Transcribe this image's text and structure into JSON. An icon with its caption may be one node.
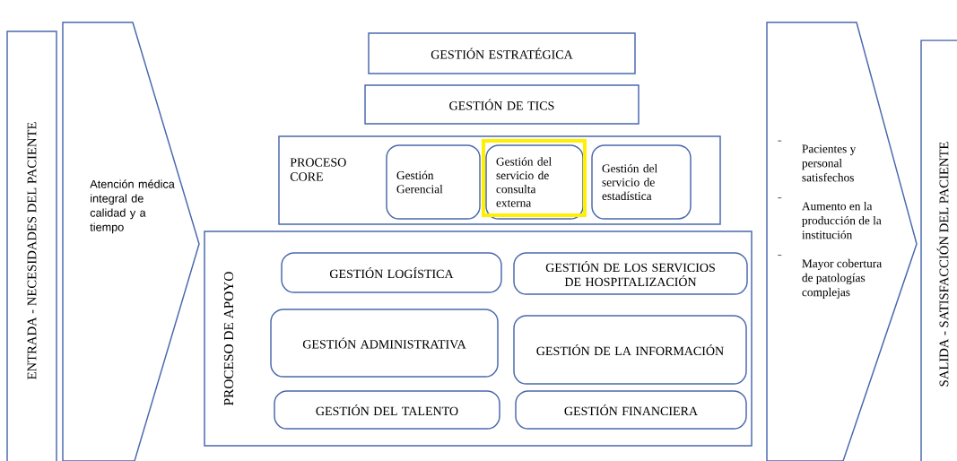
{
  "diagram": {
    "nodes": [
      {
        "text": [
          "ENTRADA - NECESIDADES DEL PACIENTE"
        ]
      },
      {
        "text": [
          "Atención médica integral de calidad y a tiempo"
        ]
      },
      {
        "text": [
          "GESTIÓN ESTRATÉGICA"
        ]
      },
      {
        "text": [
          "GESTIÓN DE TICS"
        ]
      },
      {
        "text": [
          "PROCESO CORE"
        ]
      },
      {
        "text": [
          "Gestión Gerencial"
        ],
        "in": 4
      },
      {
        "text": [
          "Gestión del servicio de consulta externa"
        ],
        "in": 4
      },
      {
        "text": [
          "Gestión del servicio de estadística"
        ],
        "in": 4
      },
      {
        "text": [
          "PROCESO DE APOYO"
        ]
      },
      {
        "text": [
          "GESTIÓN LOGÍSTICA"
        ],
        "in": 8
      },
      {
        "text": [
          "GESTIÓN DE LOS SERVICIOS DE HOSPITALIZACIÓN"
        ],
        "in": 8
      },
      {
        "text": [
          "GESTIÓN ADMINISTRATIVA"
        ],
        "in": 8
      },
      {
        "text": [
          "GESTIÓN DE LA INFORMACIÓN"
        ],
        "in": 8
      },
      {
        "text": [
          "GESTIÓN DEL TALENTO"
        ],
        "in": 8
      },
      {
        "text": [
          "GESTIÓN FINANCIERA"
        ],
        "in": 8
      },
      {
        "text": [
          "Pacientes y personal satisfechos",
          "Aumento en la producción de la institución",
          "Mayor cobertura de patologías complejas"
        ]
      },
      {
        "text": [
          "SALIDA - SATISFACCIÓN DEL PACIENTE"
        ]
      }
    ]
  }
}
